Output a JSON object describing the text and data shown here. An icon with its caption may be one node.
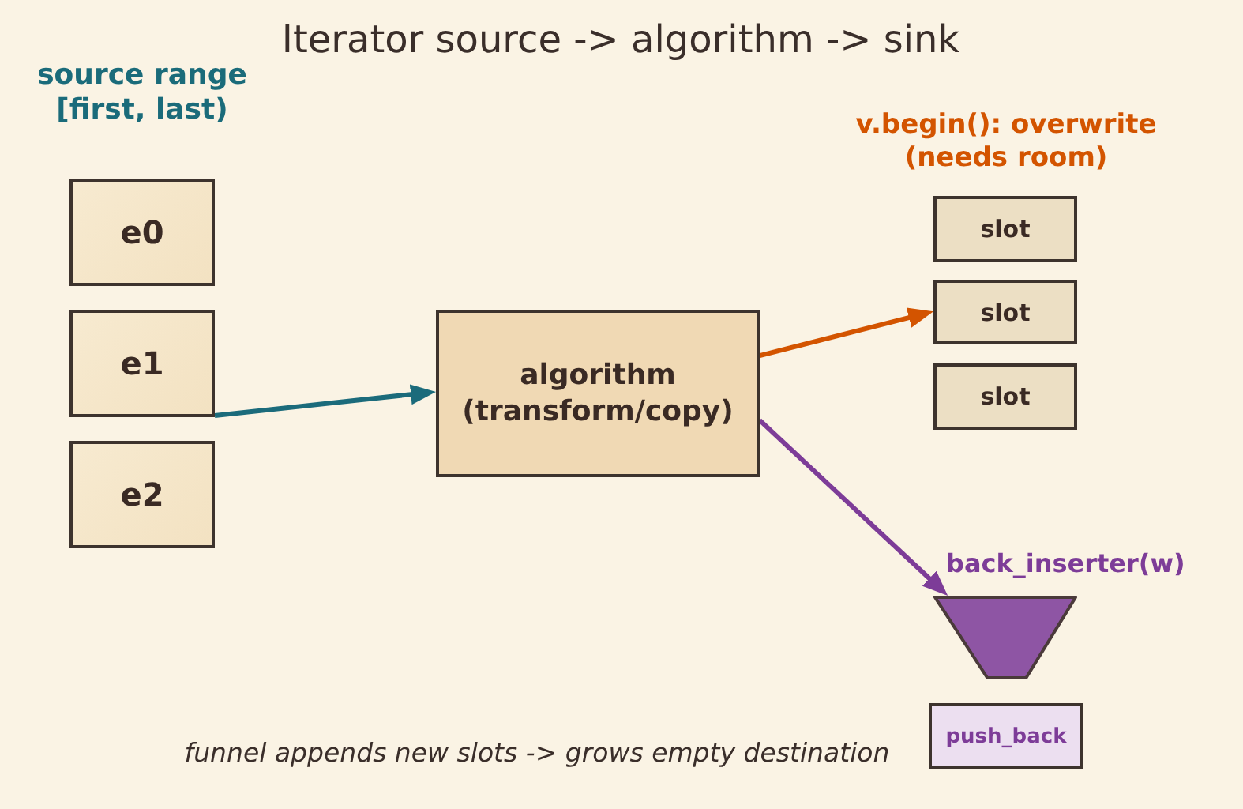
{
  "diagram": {
    "title": "Iterator source -> algorithm -> sink",
    "caption": "funnel appends new slots -> grows empty destination",
    "nodes": [
      {
        "text": [
          "e0"
        ]
      },
      {
        "text": [
          "e1"
        ]
      },
      {
        "text": [
          "e2"
        ]
      },
      {
        "text": [
          "algorithm (transform/copy)"
        ]
      },
      {
        "text": [
          "slot"
        ]
      },
      {
        "text": [
          "slot"
        ]
      },
      {
        "text": [
          "slot"
        ]
      },
      {
        "text": [
          "back_inserter(w)"
        ]
      },
      {
        "text": [
          "push_back"
        ]
      }
    ],
    "edges": [
      {
        "from": 1,
        "to": 3,
        "arrow": "to",
        "color": "#1b6b7b"
      },
      {
        "from": 3,
        "to": 5,
        "arrow": "to",
        "color": "#d35400"
      },
      {
        "from": 3,
        "to": 7,
        "arrow": "to",
        "color": "#7d3c98"
      }
    ],
    "labels": [
      "source range [first, last)",
      "v.begin(): overwrite (needs room)"
    ]
  }
}
